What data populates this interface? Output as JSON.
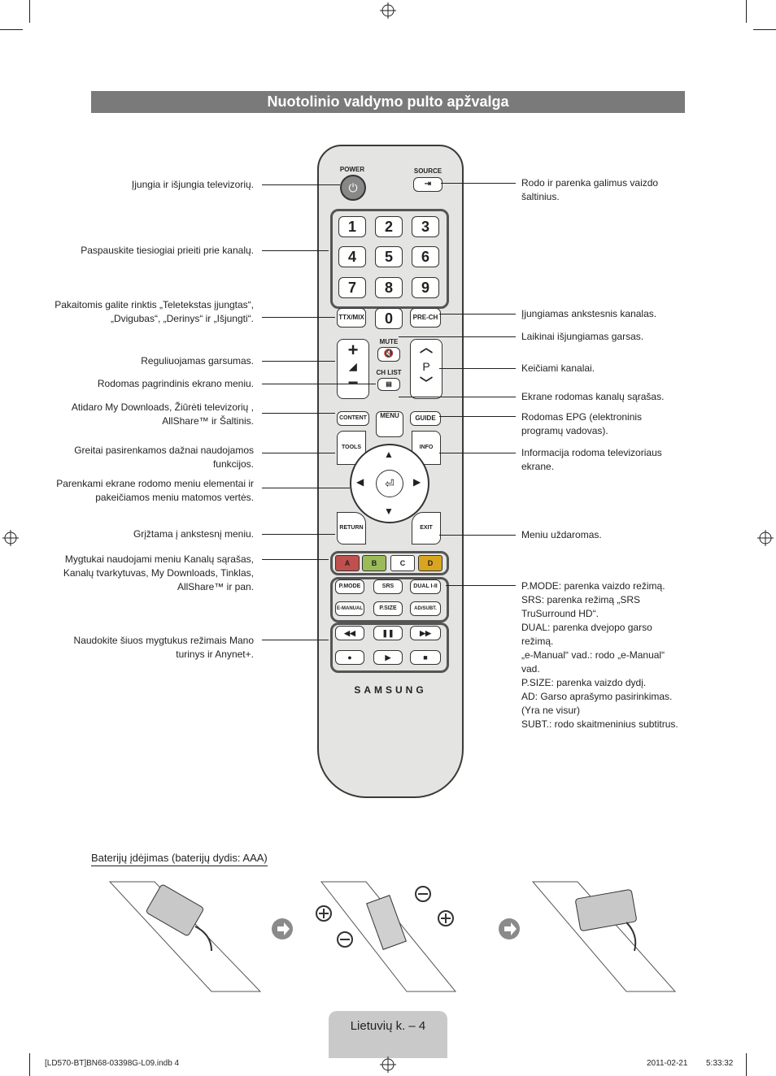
{
  "page_title": "Nuotolinio valdymo pulto apžvalga",
  "left_labels": {
    "power": "Įjungia ir išjungia televizorių.",
    "channels": "Paspauskite tiesiogiai prieiti prie kanalų.",
    "teletext": "Pakaitomis galite rinktis „Teletekstas įjungtas“, „Dvigubas“, „Derinys“ ir „Išjungti“.",
    "volume": "Reguliuojamas garsumas.",
    "menu": "Rodomas pagrindinis ekrano meniu.",
    "content_pre": "Atidaro ",
    "content_b1": "My Downloads",
    "content_sep1": ", ",
    "content_b2": "Žiūrėti televizorių",
    "content_sep2": " , ",
    "content_b3": "AllShare™",
    "content_sep3": "  ir ",
    "content_b4": "Šaltinis",
    "content_end": ".",
    "tools": "Greitai pasirenkamos dažnai naudojamos funkcijos.",
    "navigation": "Parenkami ekrane rodomo meniu elementai ir pakeičiamos meniu matomos vertės.",
    "return": "Grįžtama į ankstesnį meniu.",
    "color_pre": "Mygtukai naudojami meniu ",
    "color_b1": "Kanalų sąrašas",
    "color_sep1": ", ",
    "color_b2": "Kanalų tvarkytuvas",
    "color_sep2": ", ",
    "color_b3": "My Downloads",
    "color_sep3": ", ",
    "color_b4": "Tinklas",
    "color_sep4": ", ",
    "color_b5": "AllShare™",
    "color_end": " ir pan.",
    "media_pre": "Naudokite šiuos mygtukus režimais ",
    "media_b1": "Mano turinys",
    "media_sep": "  ir ",
    "media_b2": "Anynet+",
    "media_end": "."
  },
  "right_labels": {
    "source": "Rodo ir parenka galimus vaizdo šaltinius.",
    "prech": "Įjungiamas ankstesnis kanalas.",
    "mute": "Laikinai išjungiamas garsas.",
    "channel": "Keičiami kanalai.",
    "chlist": "Ekrane rodomas kanalų sąrašas.",
    "guide": "Rodomas EPG (elektroninis programų vadovas).",
    "info": "Informacija rodoma televizoriaus ekrane.",
    "exit": "Meniu uždaromas.",
    "pmode_b": "P.MODE",
    "pmode": ": parenka vaizdo režimą.",
    "srs_b": "SRS",
    "srs": ": parenka režimą „SRS TruSurround HD“.",
    "dual_b": "DUAL",
    "dual": ": parenka dvejopo garso režimą.",
    "emanual_b": "„e-Manual“ vad.",
    "emanual": ": rodo „e-Manual“ vad.",
    "psize_b": "P.SIZE",
    "psize": ": parenka vaizdo dydį.",
    "ad_b": "AD",
    "ad": ": Garso aprašymo pasirinkimas. (Yra ne visur)",
    "subt_b": "SUBT.",
    "subt": ": rodo skaitmeninius subtitrus."
  },
  "remote": {
    "power": "POWER",
    "source": "SOURCE",
    "numbers": [
      "1",
      "2",
      "3",
      "4",
      "5",
      "6",
      "7",
      "8",
      "9",
      "0"
    ],
    "ttx": "TTX/MIX",
    "prech": "PRE-CH",
    "mute": "MUTE",
    "chlist": "CH LIST",
    "p": "P",
    "content": "CONTENT",
    "menu": "MENU",
    "guide": "GUIDE",
    "tools": "TOOLS",
    "info": "INFO",
    "return": "RETURN",
    "exit": "EXIT",
    "colors": [
      "A",
      "B",
      "C",
      "D"
    ],
    "color_hex": [
      "#c0504d",
      "#9bbb59",
      "#ffffff",
      "#d9a520"
    ],
    "func": [
      "P.MODE",
      "SRS",
      "DUAL I-II",
      "E-MANUAL",
      "P.SIZE",
      "AD/SUBT."
    ],
    "brand": "SAMSUNG"
  },
  "battery_title": "Baterijų įdėjimas (baterijų dydis: AAA)",
  "page_number": "Lietuvių k. – 4",
  "footer": {
    "file": "[LD570-BT]BN68-03398G-L09.indb   4",
    "date": "2011-02-21",
    "time": "5:33:32"
  }
}
